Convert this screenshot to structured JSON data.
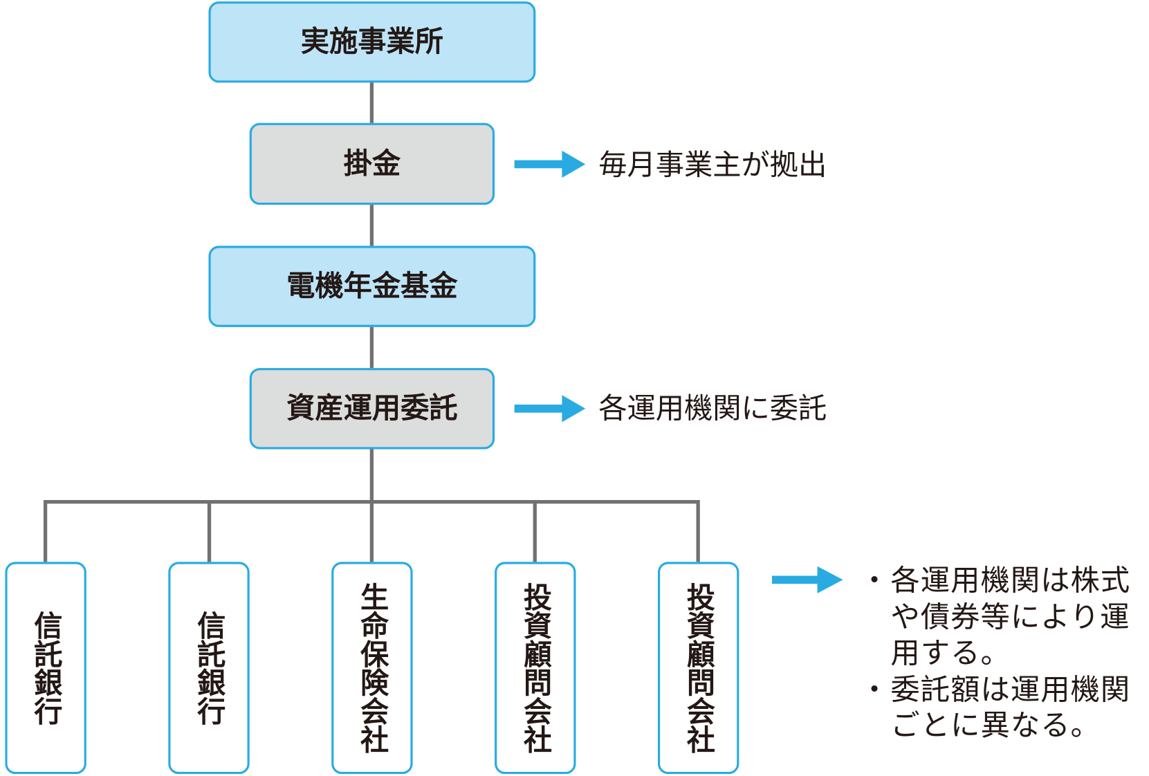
{
  "diagram": {
    "nodes": {
      "sponsor": "実施事業所",
      "contribution": "掛金",
      "fund": "電機年金基金",
      "asset_management": "資産運用委託"
    },
    "notes": {
      "contribution": "毎月事業主が拠出",
      "asset_management": "各運用機関に委託"
    },
    "institutions": [
      "信託銀行",
      "信託銀行",
      "生命保険会社",
      "投資顧問会社",
      "投資顧問会社"
    ],
    "institutions_note": {
      "bullet": "・",
      "items": [
        {
          "lines": [
            "各運用機関は株式",
            "や債券等により運",
            "用する。"
          ]
        },
        {
          "lines": [
            "委託額は運用機関",
            "ごとに異なる。"
          ]
        }
      ]
    }
  },
  "colors": {
    "accent": "#29abe2",
    "primary_node_fill": "#bee4f8",
    "secondary_node_fill": "#dcdddd",
    "leaf_node_fill": "#ffffff",
    "connector": "#727171",
    "text": "#231815"
  }
}
